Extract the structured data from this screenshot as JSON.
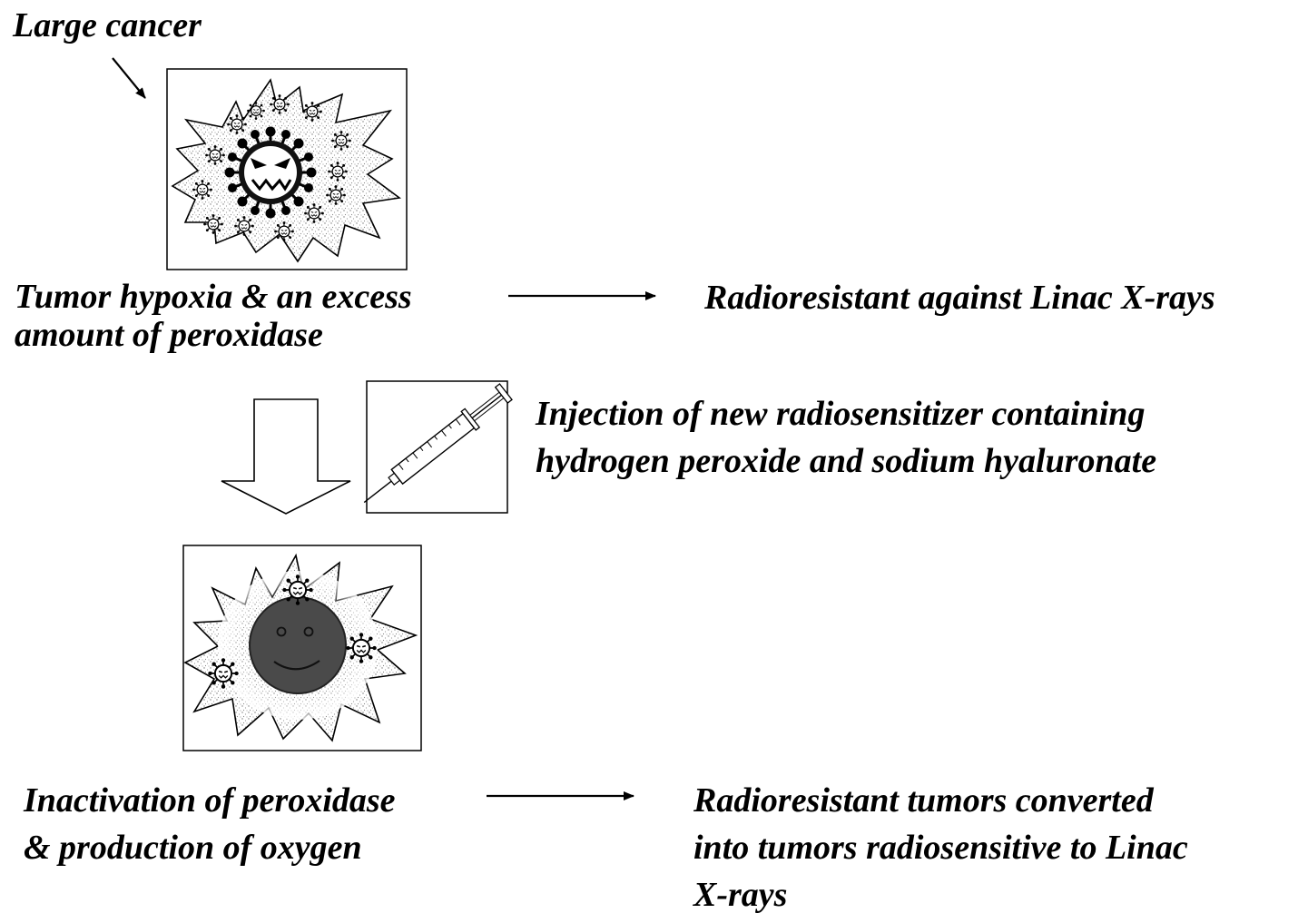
{
  "labels": {
    "large_cancer": "Large cancer",
    "hypoxia_line1": "Tumor hypoxia & an excess",
    "hypoxia_line2": "amount of peroxidase",
    "radioresistant": "Radioresistant against Linac X-rays",
    "injection_line1": "Injection of new radiosensitizer containing",
    "injection_line2": "hydrogen peroxide and sodium hyaluronate",
    "inactivation_line1": "Inactivation of peroxidase",
    "inactivation_line2": "& production of oxygen",
    "converted_line1": "Radioresistant tumors converted",
    "converted_line2": "into tumors radiosensitive to Linac",
    "converted_line3": "X-rays"
  },
  "colors": {
    "ink": "#000000",
    "background": "#ffffff",
    "tumor_dark": "#4a4a4a",
    "stipple": "#8a8a8a"
  },
  "icons": [
    "angry-cancer-cell-icon",
    "small-cancer-cell-icon",
    "syringe-icon",
    "smiling-cell-icon"
  ]
}
